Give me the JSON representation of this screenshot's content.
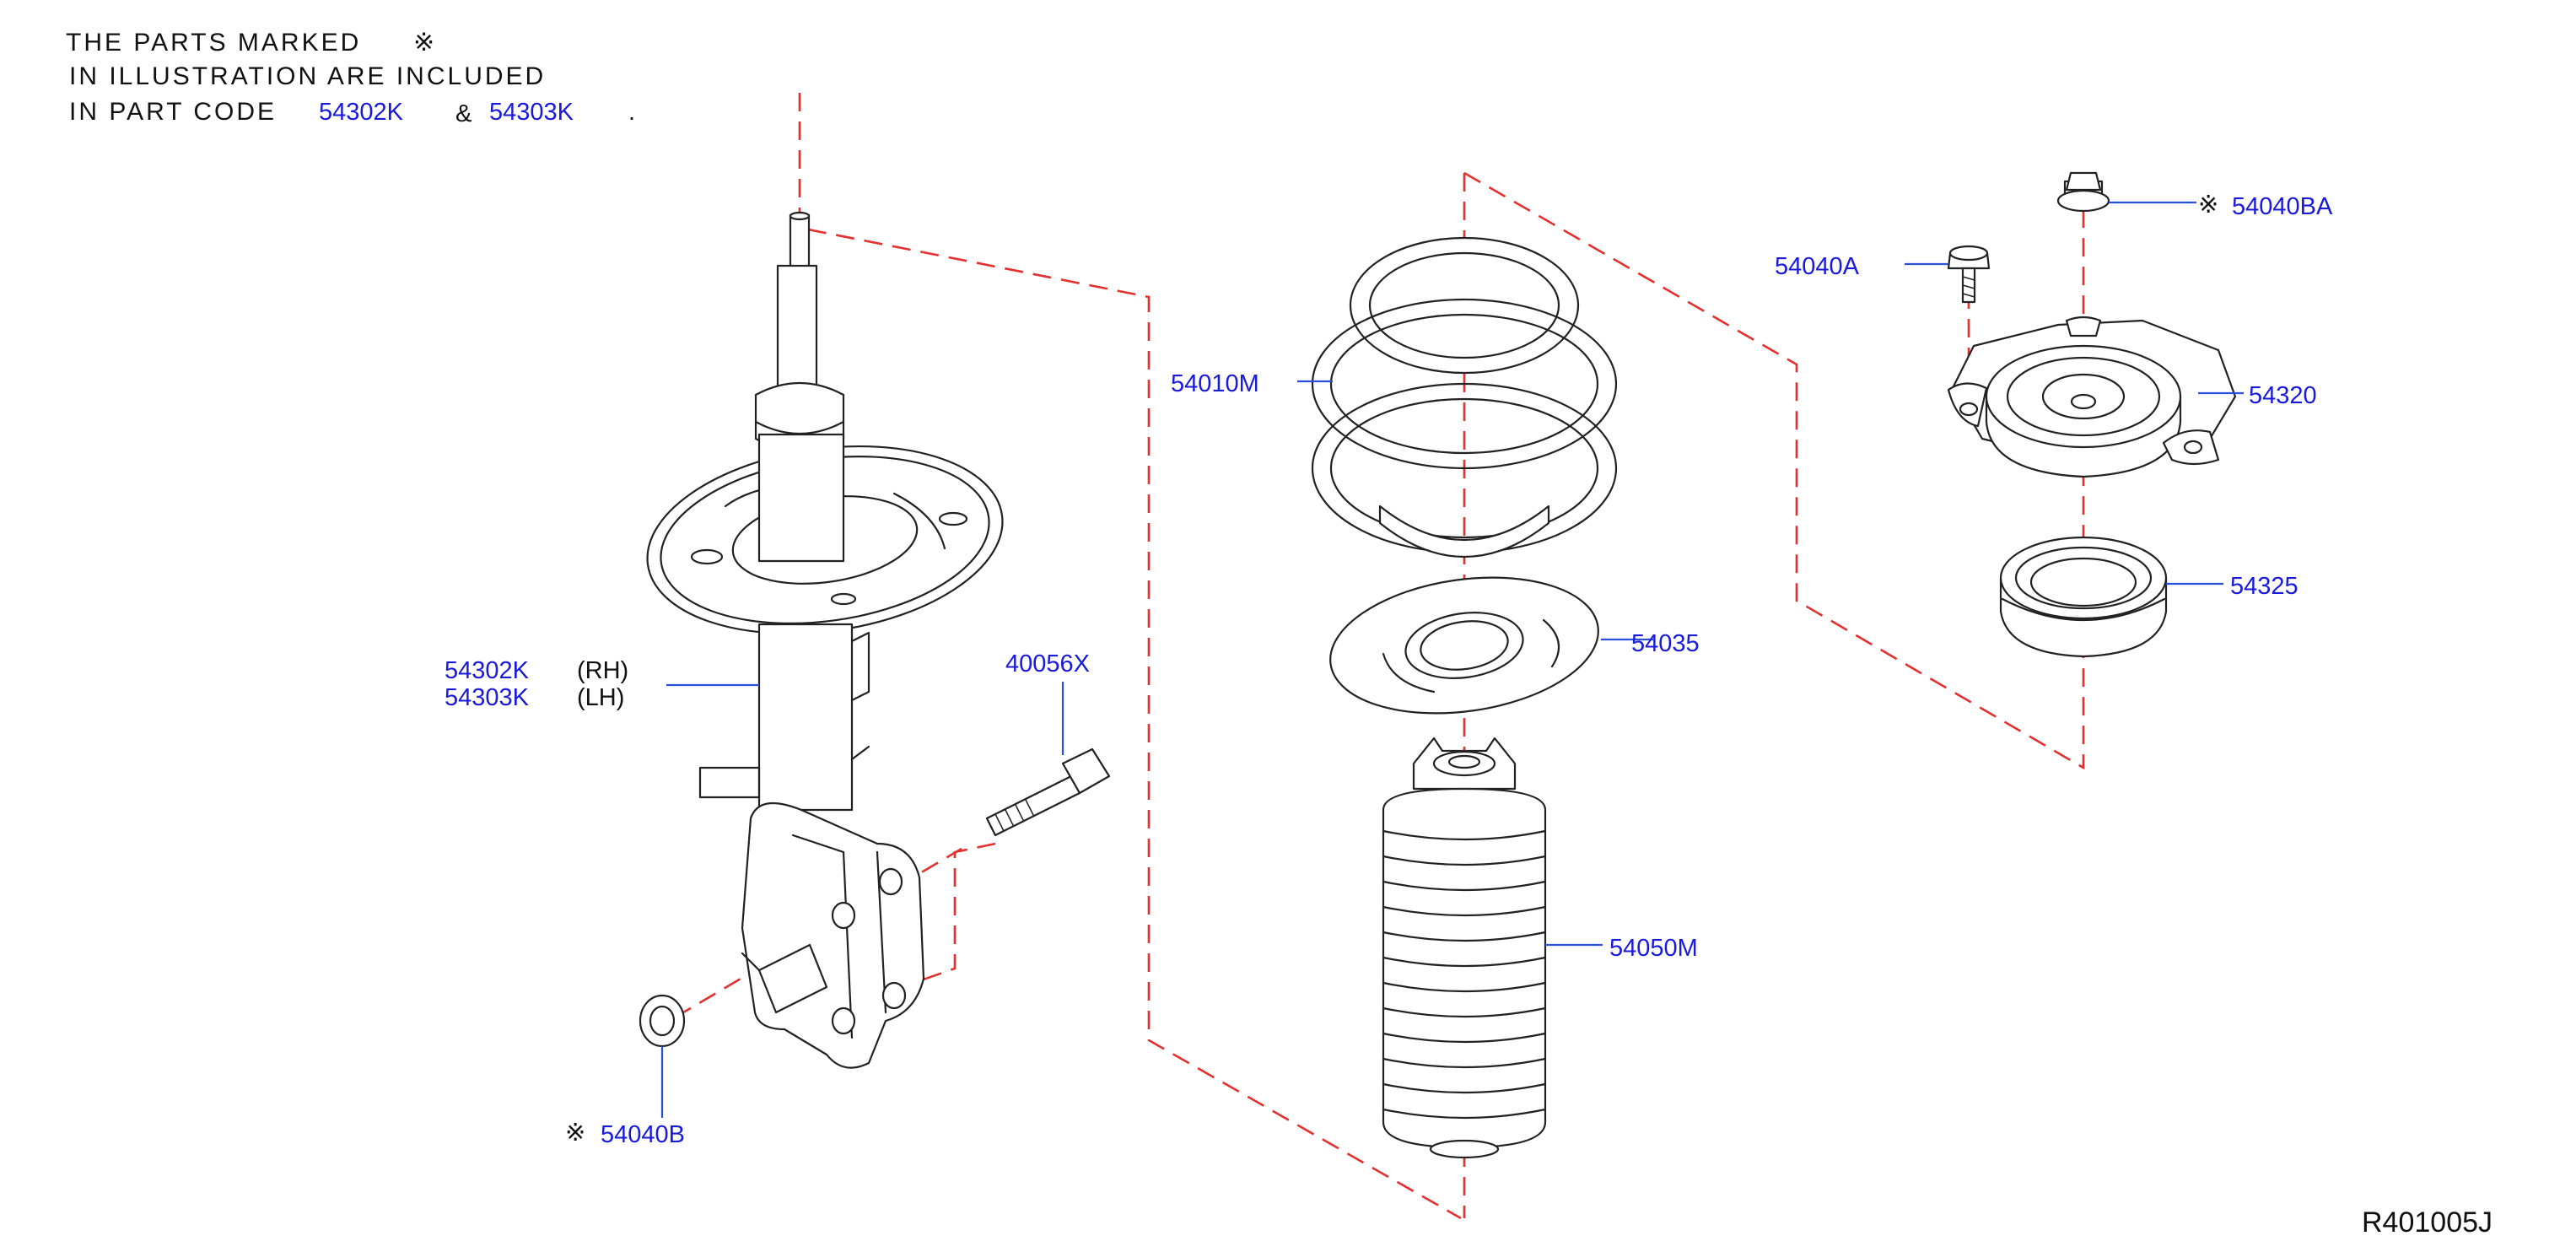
{
  "note": {
    "line1": "THE   PARTS   MARKED",
    "mark_symbol": "※",
    "line2": "IN   ILLUSTRATION   ARE   INCLUDED",
    "line3_prefix": "IN   PART   CODE",
    "code_a": "54302K",
    "ampersand": "&",
    "code_b": "54303K",
    "period": "."
  },
  "callouts": {
    "strut_rh_code": "54302K",
    "strut_rh_side": "(RH)",
    "strut_lh_code": "54303K",
    "strut_lh_side": "(LH)",
    "bolt": "40056X",
    "nut_lower_mark": "※",
    "nut_lower": "54040B",
    "spring": "54010M",
    "seat": "54035",
    "bumper_boot": "54050M",
    "bolt_upper": "54040A",
    "nut_upper_mark": "※",
    "nut_upper": "54040BA",
    "mount": "54320",
    "bearing": "54325"
  },
  "reference": "R401005J",
  "colors": {
    "code_text": "#1a1adb",
    "leader_line": "#2a4fd8",
    "assembly_dash": "#e53030",
    "line_art": "#222222"
  }
}
